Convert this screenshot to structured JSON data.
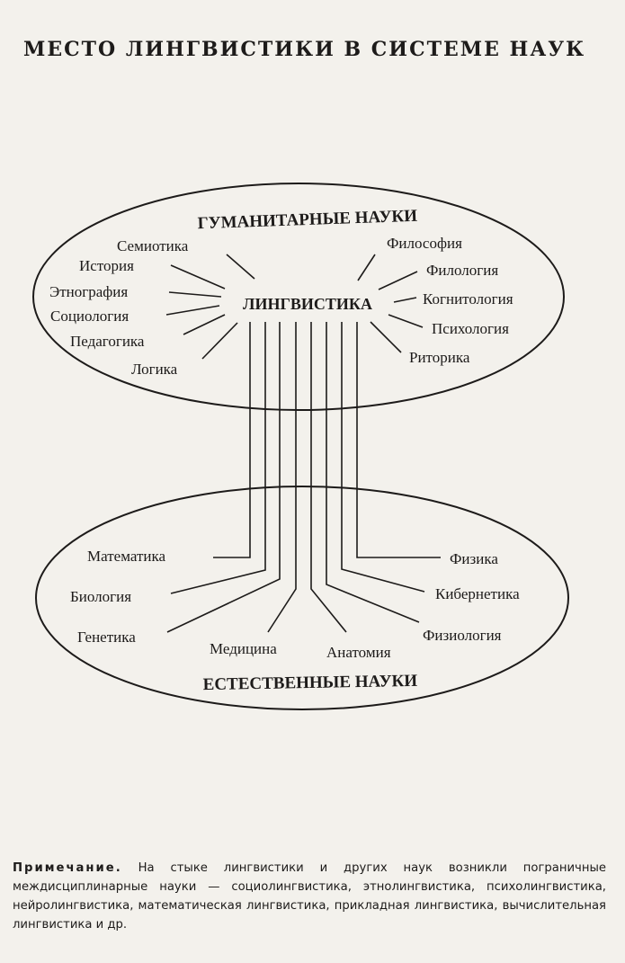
{
  "title": "МЕСТО ЛИНГВИСТИКИ В СИСТЕМЕ НАУК",
  "diagram": {
    "center": "ЛИНГВИСТИКА",
    "humanities": {
      "title": "ГУМАНИТАРНЫЕ НАУКИ",
      "left": [
        "Семиотика",
        "История",
        "Этнография",
        "Социология",
        "Педагогика",
        "Логика"
      ],
      "right": [
        "Философия",
        "Филология",
        "Когнитология",
        "Психология",
        "Риторика"
      ]
    },
    "natural": {
      "title": "ЕСТЕСТВЕННЫЕ НАУКИ",
      "left": [
        "Математика",
        "Биология",
        "Генетика",
        "Медицина"
      ],
      "right": [
        "Анатомия",
        "Физиология",
        "Кибернетика",
        "Физика"
      ]
    }
  },
  "note": {
    "label": "Примечание.",
    "text": "На стыке лингвистики и других наук возникли пограничные междисциплинарные науки — социолингвистика, этнолингвистика, психолингвистика, нейролингвистика, математическая лингвистика, прикладная лингвистика, вычислительная лингвистика и др."
  }
}
